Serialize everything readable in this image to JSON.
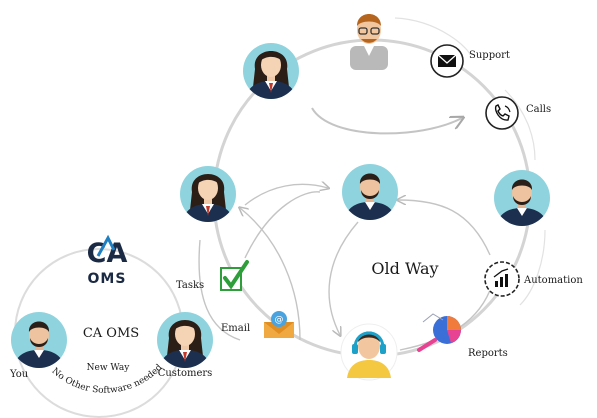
{
  "old_way": {
    "title": "Old Way",
    "labels": {
      "support": "Support",
      "calls": "Calls",
      "automation": "Automation",
      "reports": "Reports",
      "email": "Email",
      "tasks": "Tasks"
    }
  },
  "new_way": {
    "logo_top": "CA",
    "logo_bottom": "OMS",
    "title": "CA OMS",
    "subtitle": "New Way",
    "tagline": "No Other Software needed",
    "you": "You",
    "customers": "Customers"
  },
  "colors": {
    "avatar_bg": "#8fd3de",
    "suit": "#1d2f4e",
    "circle": "#d4d4d4",
    "logo_dark": "#1b2a44",
    "logo_accent": "#1f7fc1",
    "check": "#2e9e3a"
  },
  "icons": {
    "support": "envelope-icon",
    "calls": "phone-icon",
    "automation": "automation-gear-icon",
    "reports": "pie-chart-icon",
    "email": "email-at-icon",
    "tasks": "checkmark-icon"
  }
}
